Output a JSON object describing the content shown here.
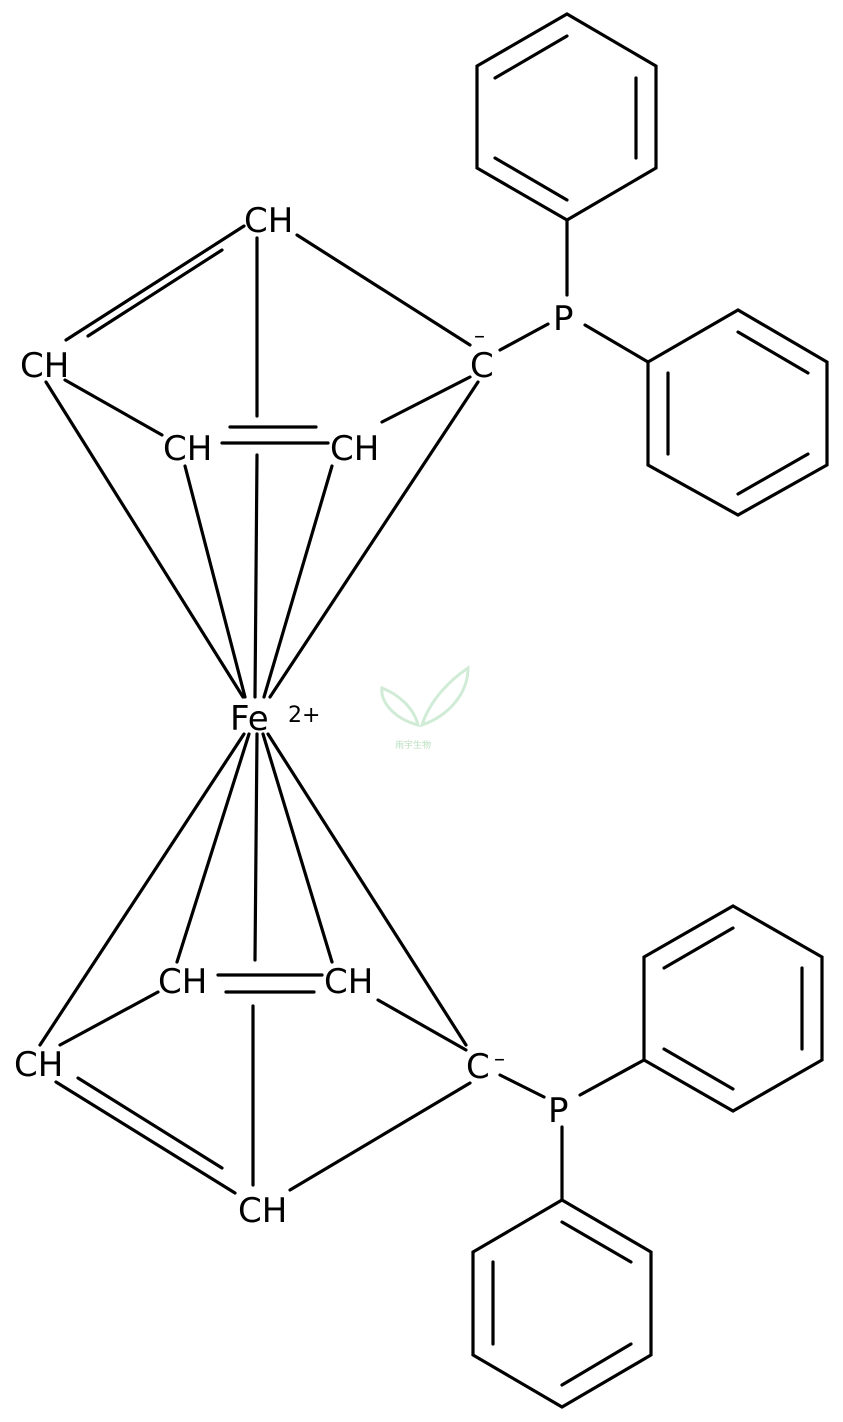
{
  "labels": {
    "ch": "CH",
    "c": "C",
    "p": "P",
    "fe": "Fe",
    "fe_charge": "2+",
    "c_charge": "–"
  },
  "watermark": {
    "text": "雨宇生物",
    "color": "#a8d8b0"
  }
}
